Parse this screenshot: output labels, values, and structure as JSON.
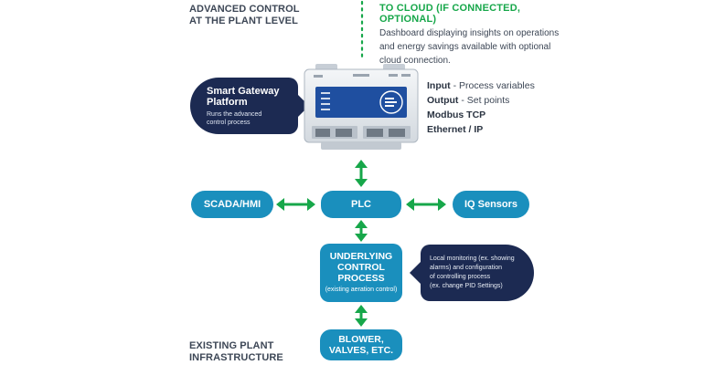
{
  "top_left_label": [
    "ADVANCED CONTROL",
    "AT THE PLANT LEVEL"
  ],
  "bottom_left_label": [
    "EXISTING PLANT",
    "INFRASTRUCTURE"
  ],
  "cloud": {
    "title": "TO CLOUD (IF CONNECTED, OPTIONAL)",
    "description": [
      "Dashboard displaying insights on operations",
      "and energy savings available with optional",
      "cloud connection."
    ]
  },
  "gateway_bubble": {
    "title": [
      "Smart Gateway",
      "Platform"
    ],
    "subtitle": [
      "Runs the advanced",
      "control process"
    ]
  },
  "io": [
    {
      "bold": "Input",
      "rest": " - Process variables"
    },
    {
      "bold": "Output",
      "rest": " - Set points"
    },
    {
      "bold": "Modbus TCP",
      "rest": ""
    },
    {
      "bold": "Ethernet / IP",
      "rest": ""
    }
  ],
  "nodes": {
    "scada": "SCADA/HMI",
    "plc": "PLC",
    "sensors": "IQ Sensors",
    "process": {
      "title": [
        "UNDERLYING",
        "CONTROL",
        "PROCESS"
      ],
      "sub": "(existing aeration control)"
    },
    "blower": [
      "BLOWER,",
      "VALVES, ETC."
    ]
  },
  "local_bubble": [
    "Local monitoring (ex. showing",
    "alarms) and configuration",
    "of controlling process",
    "(ex. change PID Settings)"
  ],
  "colors": {
    "green": "#17a74a",
    "blue": "#1a8fbd",
    "navy": "#1c2a52",
    "text": "#3d4756"
  }
}
